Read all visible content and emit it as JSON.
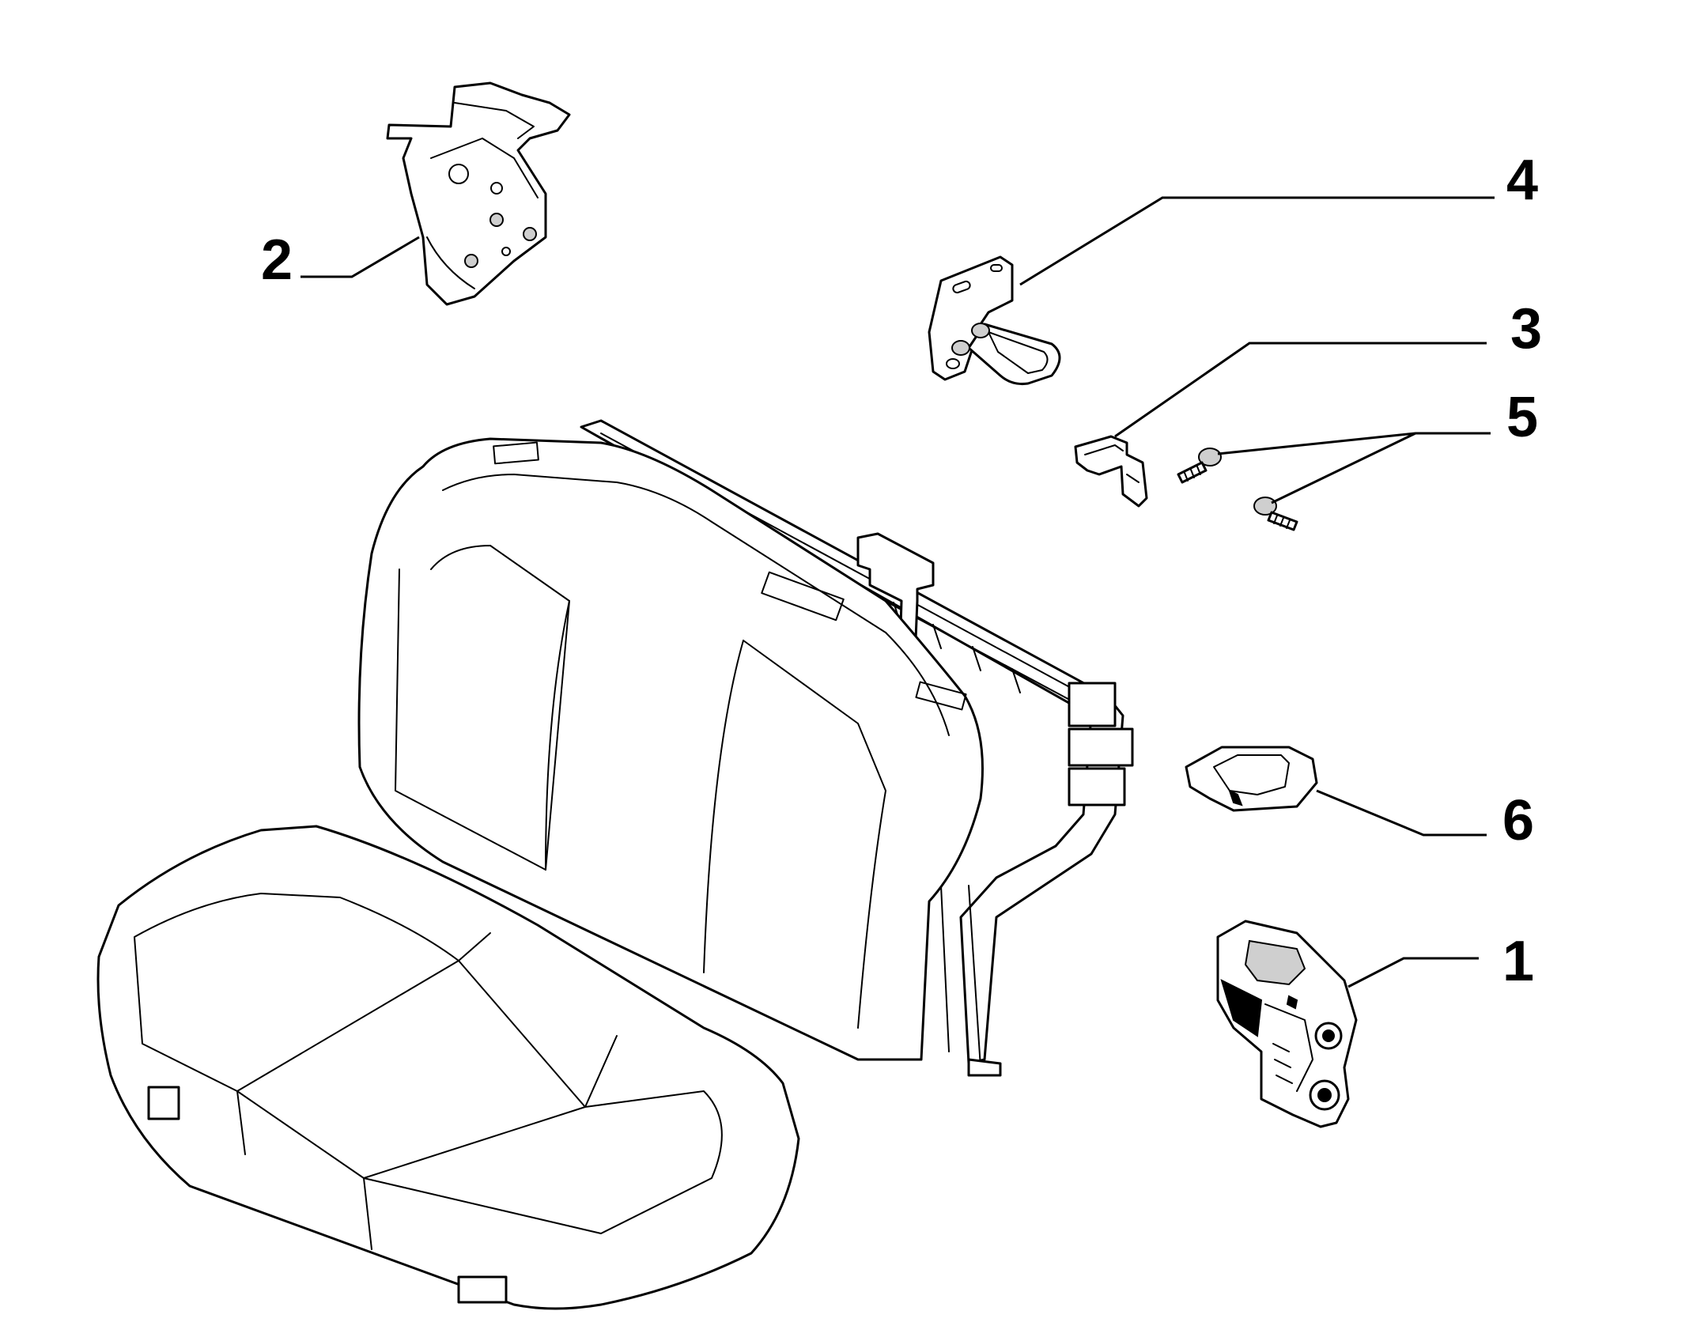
{
  "diagram": {
    "background": "#ffffff",
    "ink": "#000000",
    "callouts": [
      {
        "id": "1",
        "label": "1",
        "part": "seat-latch-mechanism"
      },
      {
        "id": "2",
        "label": "2",
        "part": "hinge-bracket"
      },
      {
        "id": "3",
        "label": "3",
        "part": "clip-bracket"
      },
      {
        "id": "4",
        "label": "4",
        "part": "striker-loop-bracket"
      },
      {
        "id": "5",
        "label": "5",
        "part": "screws"
      },
      {
        "id": "6",
        "label": "6",
        "part": "latch-bezel-trim"
      }
    ]
  }
}
